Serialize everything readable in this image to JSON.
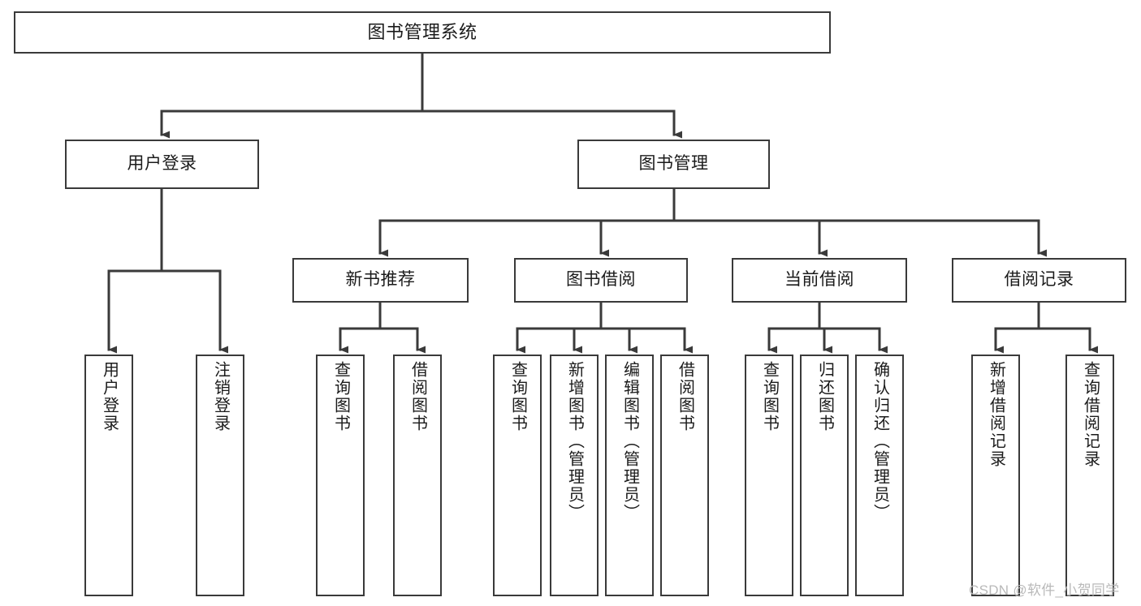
{
  "diagram": {
    "type": "tree",
    "title": "图书管理系统",
    "stroke_color": "#3a3a3a",
    "background_color": "#ffffff",
    "text_color": "#1b1b1b",
    "watermark": "CSDN @软件_小贺同学",
    "nodes": {
      "root": {
        "label": "图书管理系统"
      },
      "level2": [
        {
          "label": "用户登录"
        },
        {
          "label": "图书管理"
        }
      ],
      "level3": [
        {
          "label": "新书推荐"
        },
        {
          "label": "图书借阅"
        },
        {
          "label": "当前借阅"
        },
        {
          "label": "借阅记录"
        }
      ],
      "leaves": {
        "user_login": [
          {
            "label": "用户登录"
          },
          {
            "label": "注销登录"
          }
        ],
        "new_book": [
          {
            "label": "查询图书"
          },
          {
            "label": "借阅图书"
          }
        ],
        "book_borrow": [
          {
            "label": "查询图书"
          },
          {
            "label": "新增图书（管理员）"
          },
          {
            "label": "编辑图书（管理员）"
          },
          {
            "label": "借阅图书"
          }
        ],
        "current_borrow": [
          {
            "label": "查询图书"
          },
          {
            "label": "归还图书"
          },
          {
            "label": "确认归还（管理员）"
          }
        ],
        "borrow_record": [
          {
            "label": "新增借阅记录"
          },
          {
            "label": "查询借阅记录"
          }
        ]
      }
    }
  }
}
